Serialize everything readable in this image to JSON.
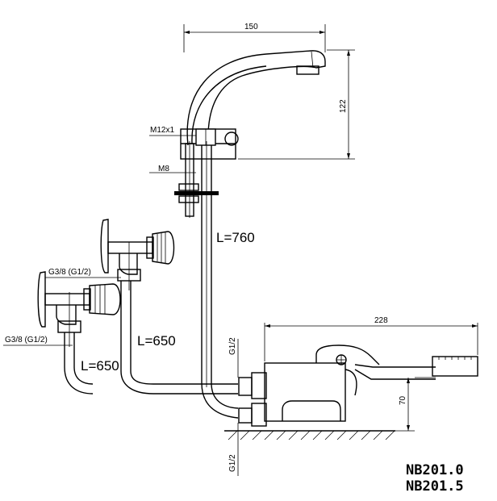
{
  "dimensions": {
    "spout_reach": "150",
    "spout_height": "122",
    "mount_thread": "M12x1",
    "stud_thread": "M8",
    "hose_center_length": "L=760",
    "hose_upper_length": "L=650",
    "hose_lower_length": "L=650",
    "valve_upper_thread": "G3/8 (G1/2)",
    "valve_lower_thread": "G3/8 (G1/2)",
    "inlet_upper_thread": "G1/2",
    "inlet_lower_thread": "G1/2",
    "pedal_length": "228",
    "pedal_height": "70"
  },
  "model": {
    "code_1": "NB201.0",
    "code_2": "NB201.5"
  }
}
